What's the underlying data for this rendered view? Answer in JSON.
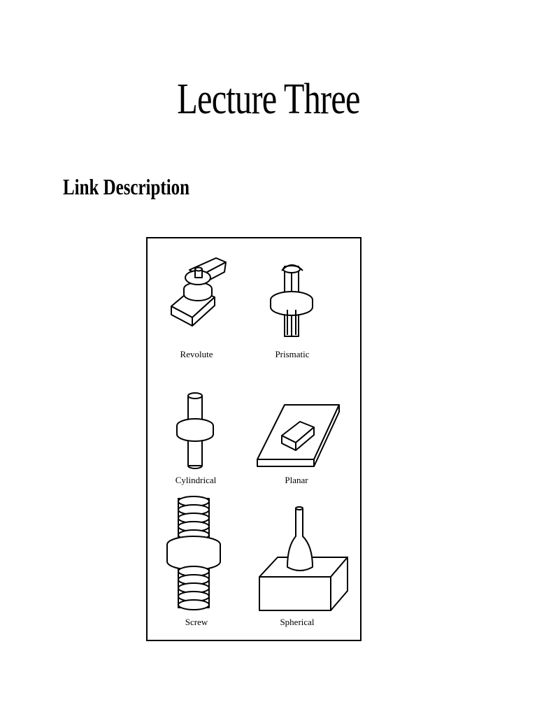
{
  "page": {
    "title": "Lecture Three",
    "section_heading": "Link Description"
  },
  "figure": {
    "joints": [
      {
        "label": "Revolute",
        "icon": "revolute-joint-icon"
      },
      {
        "label": "Prismatic",
        "icon": "prismatic-joint-icon"
      },
      {
        "label": "Cylindrical",
        "icon": "cylindrical-joint-icon"
      },
      {
        "label": "Planar",
        "icon": "planar-joint-icon"
      },
      {
        "label": "Screw",
        "icon": "screw-joint-icon"
      },
      {
        "label": "Spherical",
        "icon": "spherical-joint-icon"
      }
    ]
  }
}
